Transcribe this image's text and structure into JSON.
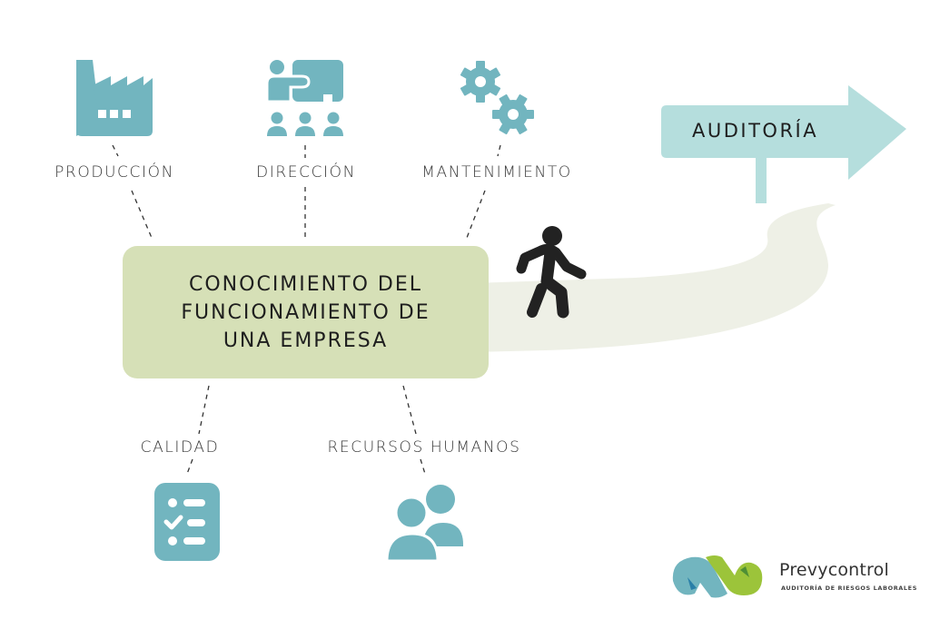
{
  "diagram": {
    "center": {
      "lines": [
        "CONOCIMIENTO DEL",
        "FUNCIONAMIENTO DE",
        "UNA EMPRESA"
      ],
      "color": "#d6e0b7"
    },
    "nodes": [
      {
        "id": "produccion",
        "label": "PRODUCCIÓN",
        "icon": "factory-icon",
        "position": "top-left"
      },
      {
        "id": "direccion",
        "label": "DIRECCIÓN",
        "icon": "presentation-icon",
        "position": "top-center"
      },
      {
        "id": "mantenimiento",
        "label": "MANTENIMIENTO",
        "icon": "gears-icon",
        "position": "top-right"
      },
      {
        "id": "calidad",
        "label": "CALIDAD",
        "icon": "checklist-icon",
        "position": "bottom-left"
      },
      {
        "id": "rrhh",
        "label": "RECURSOS HUMANOS",
        "icon": "users-icon",
        "position": "bottom-center"
      }
    ],
    "path": {
      "icon": "walking-person-icon",
      "color": "#eef0e6"
    },
    "sign": {
      "label": "AUDITORÍA",
      "icon": "arrow-sign-icon",
      "color": "#b5dedd"
    },
    "icon_color": "#72b5bf",
    "connector_style": "dashed"
  },
  "branding": {
    "name": "Prevycontrol",
    "tagline": "AUDITORÍA DE RIESGOS LABORALES",
    "logo_colors": [
      "#72b5bf",
      "#9cc43a"
    ]
  }
}
